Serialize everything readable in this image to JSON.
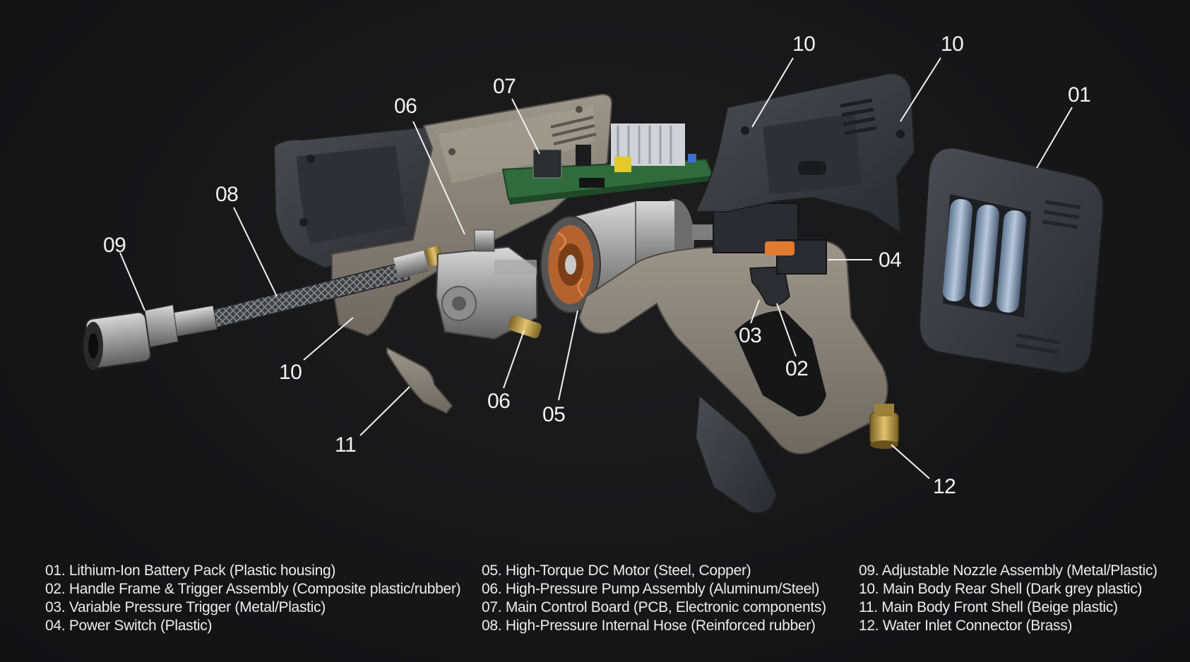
{
  "callouts": {
    "c01": "01",
    "c02": "02",
    "c03": "03",
    "c04": "04",
    "c05": "05",
    "c06a": "06",
    "c06b": "06",
    "c07": "07",
    "c08": "08",
    "c09": "09",
    "c10a": "10",
    "c10b": "10",
    "c10c": "10",
    "c11": "11",
    "c12": "12"
  },
  "legend": {
    "col1": [
      "01. Lithium-Ion Battery Pack (Plastic housing)",
      "02. Handle Frame & Trigger Assembly (Composite plastic/rubber)",
      "03. Variable Pressure Trigger (Metal/Plastic)",
      "04. Power Switch (Plastic)"
    ],
    "col2": [
      "05. High-Torque DC Motor (Steel, Copper)",
      "06. High-Pressure Pump Assembly (Aluminum/Steel)",
      "07. Main Control Board (PCB, Electronic components)",
      "08. High-Pressure Internal Hose (Reinforced rubber)"
    ],
    "col3": [
      "09. Adjustable Nozzle Assembly (Metal/Plastic)",
      "10. Main Body Rear Shell (Dark grey plastic)",
      "11. Main Body Front Shell (Beige plastic)",
      "12. Water Inlet Connector (Brass)"
    ]
  },
  "colors": {
    "background": "#161617",
    "dark_shell": "#3a3c42",
    "beige_shell": "#8a8378",
    "pcb_green": "#2f6b3c",
    "copper": "#b4632f",
    "brass": "#b99a4c",
    "switch_orange": "#e07a2e",
    "text": "#f2f2f2"
  }
}
